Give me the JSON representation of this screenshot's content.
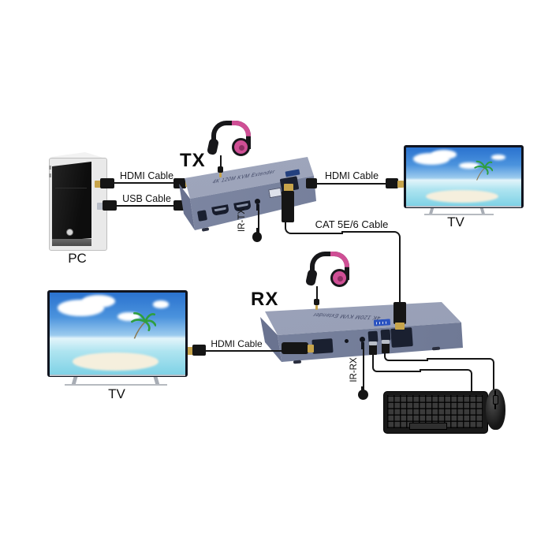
{
  "diagram": {
    "background": "#ffffff",
    "pc": {
      "label": "PC"
    },
    "tx": {
      "label": "TX",
      "unit_text": "4K 120M KVM Extender"
    },
    "rx": {
      "label": "RX",
      "unit_text": "4K 120M KVM Extender"
    },
    "tv_top": {
      "label": "TV"
    },
    "tv_bottom": {
      "label": "TV"
    },
    "cables": {
      "hdmi_pc_tx": {
        "label": "HDMI Cable"
      },
      "usb_pc_tx": {
        "label": "USB Cable"
      },
      "hdmi_tx_tv": {
        "label": "HDMI Cable"
      },
      "cat_tx_rx": {
        "label": "CAT 5E/6 Cable"
      },
      "hdmi_rx_tv": {
        "label": "HDMI Cable"
      }
    },
    "ir": {
      "tx_label": "IR-TX",
      "rx_label": "IR-RX"
    },
    "colors": {
      "device_top": "#9aa1b8",
      "device_front": "#7b85a1",
      "device_side": "#6a7390",
      "cable_black": "#151515",
      "headphone_pink": "#cf4f95",
      "sticker_blue": "#2a52c0",
      "tv_sky": "#2a72cf",
      "tv_sea": "#7fd2e6",
      "label_text": "#111111"
    }
  }
}
